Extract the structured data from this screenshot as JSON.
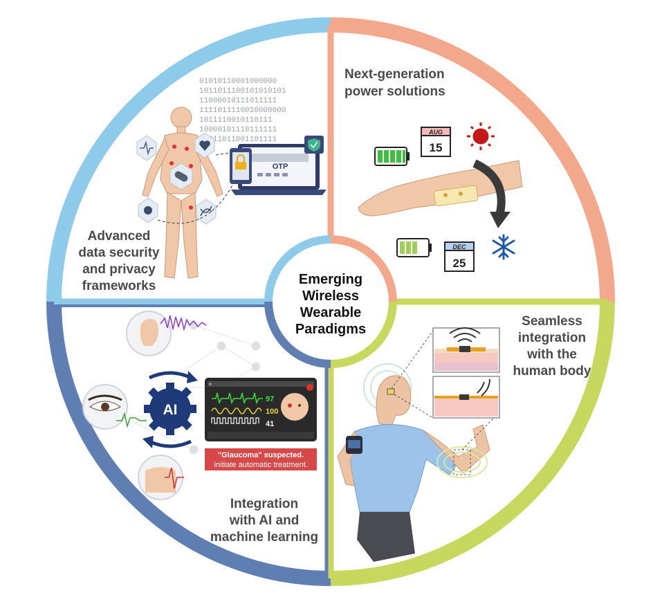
{
  "center": {
    "line1": "Emerging",
    "line2": "Wireless",
    "line3": "Wearable",
    "line4": "Paradigms"
  },
  "q1": {
    "line1": "Advanced",
    "line2": "data security",
    "line3": "and privacy",
    "line4": "frameworks",
    "otp": "OTP",
    "binary": [
      "01010110001000000",
      "1011011100101010101",
      "11000010111011111",
      "1111011110010000000",
      "1011110010110111",
      "10000101110111111",
      "11011011001101111"
    ]
  },
  "q2": {
    "line1": "Next-generation",
    "line2": "power solutions",
    "cal1_month": "AUG",
    "cal1_day": "15",
    "cal2_month": "DEC",
    "cal2_day": "25"
  },
  "q3": {
    "line1": "Integration",
    "line2": "with AI and",
    "line3": "machine learning",
    "ai": "AI",
    "v1": "97",
    "v2": "100",
    "v3": "41",
    "alert1": "\"Glaucoma\" suspected.",
    "alert2": "Initiate automatic treatment."
  },
  "q4": {
    "line1": "Seamless",
    "line2": "integration",
    "line3": "with the",
    "line4": "human body"
  },
  "colors": {
    "q1": "#8ecbea",
    "q2": "#f3a88b",
    "q3": "#5f7fb3",
    "q4": "#c8d85e"
  }
}
